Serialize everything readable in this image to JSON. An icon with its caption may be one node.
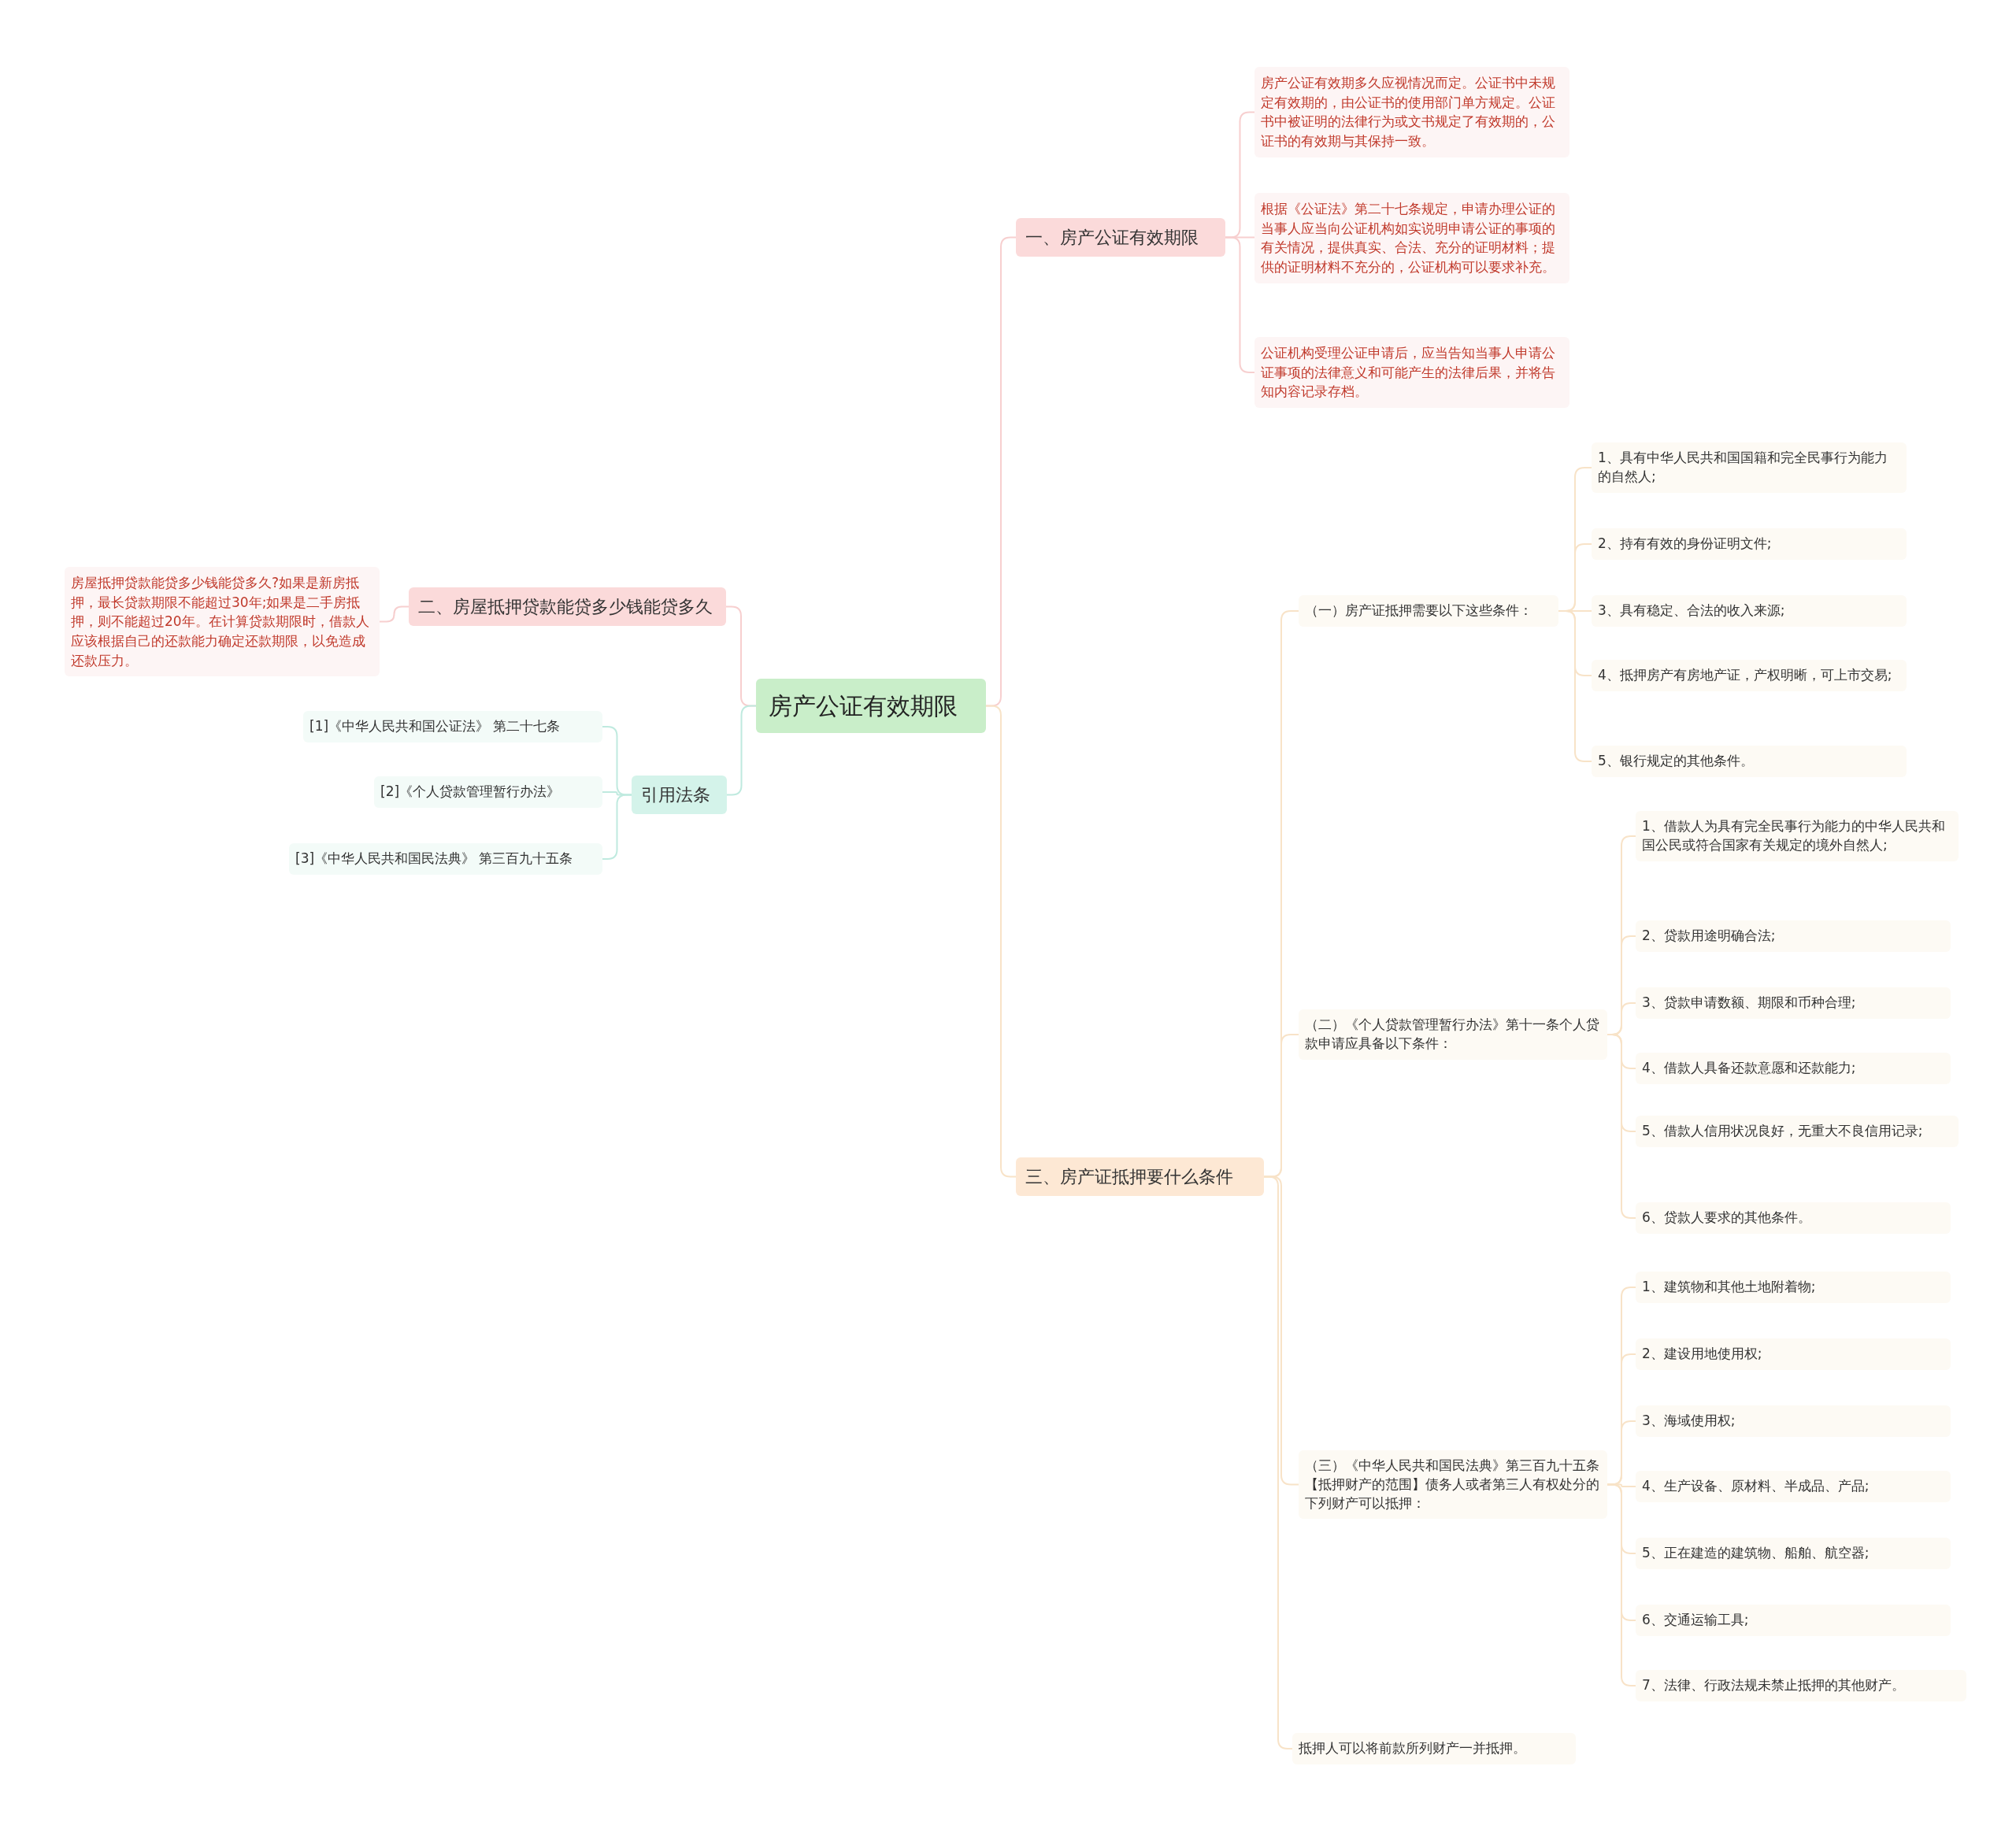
{
  "diagram": {
    "nodes": [
      {
        "text": [
          "房产公证有效期限"
        ]
      },
      {
        "text": [
          "一、房产公证有效期限"
        ]
      },
      {
        "text": [
          "房产公证有效期多久应视情况而定。公证书中未规定有效期的，由公证书的使用部门单方规定。公证书中被证明的法律行为或文书规定了有效期的，公证书的有效期与其保持一致。"
        ]
      },
      {
        "text": [
          "根据《公证法》第二十七条规定，申请办理公证的当事人应当向公证机构如实说明申请公证的事项的有关情况，提供真实、合法、充分的证明材料；提供的证明材料不充分的，公证机构可以要求补充。"
        ]
      },
      {
        "text": [
          "公证机构受理公证申请后，应当告知当事人申请公证事项的法律意义和可能产生的法律后果，并将告知内容记录存档。"
        ]
      },
      {
        "text": [
          "二、房屋抵押贷款能贷多少钱能贷多久"
        ]
      },
      {
        "text": [
          "房屋抵押贷款能贷多少钱能贷多久?如果是新房抵押，最长贷款期限不能超过30年;如果是二手房抵押，则不能超过20年。在计算贷款期限时，借款人应该根据自己的还款能力确定还款期限，以免造成还款压力。"
        ]
      },
      {
        "text": [
          "引用法条"
        ]
      },
      {
        "text": [
          "[1]《中华人民共和国公证法》 第二十七条"
        ]
      },
      {
        "text": [
          "[2]《个人贷款管理暂行办法》"
        ]
      },
      {
        "text": [
          "[3]《中华人民共和国民法典》 第三百九十五条"
        ]
      },
      {
        "text": [
          "三、房产证抵押要什么条件"
        ]
      },
      {
        "text": [
          "（一）房产证抵押需要以下这些条件："
        ]
      },
      {
        "text": [
          "1、具有中华人民共和国国籍和完全民事行为能力的自然人;"
        ]
      },
      {
        "text": [
          "2、持有有效的身份证明文件;"
        ]
      },
      {
        "text": [
          "3、具有稳定、合法的收入来源;"
        ]
      },
      {
        "text": [
          "4、抵押房产有房地产证，产权明晰，可上市交易;"
        ]
      },
      {
        "text": [
          "5、银行规定的其他条件。"
        ]
      },
      {
        "text": [
          "（二）《个人贷款管理暂行办法》第十一条个人贷款申请应具备以下条件："
        ]
      },
      {
        "text": [
          "1、借款人为具有完全民事行为能力的中华人民共和国公民或符合国家有关规定的境外自然人;"
        ]
      },
      {
        "text": [
          "2、贷款用途明确合法;"
        ]
      },
      {
        "text": [
          "3、贷款申请数额、期限和币种合理;"
        ]
      },
      {
        "text": [
          "4、借款人具备还款意愿和还款能力;"
        ]
      },
      {
        "text": [
          "5、借款人信用状况良好，无重大不良信用记录;"
        ]
      },
      {
        "text": [
          "6、贷款人要求的其他条件。"
        ]
      },
      {
        "text": [
          "（三）《中华人民共和国民法典》第三百九十五条【抵押财产的范围】债务人或者第三人有权处分的下列财产可以抵押："
        ]
      },
      {
        "text": [
          "1、建筑物和其他土地附着物;"
        ]
      },
      {
        "text": [
          "2、建设用地使用权;"
        ]
      },
      {
        "text": [
          "3、海域使用权;"
        ]
      },
      {
        "text": [
          "4、生产设备、原材料、半成品、产品;"
        ]
      },
      {
        "text": [
          "5、正在建造的建筑物、船舶、航空器;"
        ]
      },
      {
        "text": [
          "6、交通运输工具;"
        ]
      },
      {
        "text": [
          "7、法律、行政法规未禁止抵押的其他财产。"
        ]
      },
      {
        "text": [
          "抵押人可以将前款所列财产一并抵押。"
        ]
      }
    ],
    "edges": [
      {
        "from": 0,
        "to": 1,
        "arrow": "none",
        "color": "#f7cfcf"
      },
      {
        "from": 1,
        "to": 2,
        "arrow": "none",
        "color": "#f7cfcf"
      },
      {
        "from": 1,
        "to": 3,
        "arrow": "none",
        "color": "#f7cfcf"
      },
      {
        "from": 1,
        "to": 4,
        "arrow": "none",
        "color": "#f7cfcf"
      },
      {
        "from": 0,
        "to": 5,
        "arrow": "none",
        "color": "#f7cfcf"
      },
      {
        "from": 5,
        "to": 6,
        "arrow": "none",
        "color": "#f7cfcf"
      },
      {
        "from": 0,
        "to": 7,
        "arrow": "none",
        "color": "#bfeadf"
      },
      {
        "from": 7,
        "to": 8,
        "arrow": "none",
        "color": "#bfeadf"
      },
      {
        "from": 7,
        "to": 9,
        "arrow": "none",
        "color": "#bfeadf"
      },
      {
        "from": 7,
        "to": 10,
        "arrow": "none",
        "color": "#bfeadf"
      },
      {
        "from": 0,
        "to": 11,
        "arrow": "none"
      },
      {
        "from": 11,
        "to": 12,
        "arrow": "none"
      },
      {
        "from": 12,
        "to": 13,
        "arrow": "none"
      },
      {
        "from": 12,
        "to": 14,
        "arrow": "none"
      },
      {
        "from": 12,
        "to": 15,
        "arrow": "none"
      },
      {
        "from": 12,
        "to": 16,
        "arrow": "none"
      },
      {
        "from": 12,
        "to": 17,
        "arrow": "none"
      },
      {
        "from": 11,
        "to": 18,
        "arrow": "none"
      },
      {
        "from": 18,
        "to": 19,
        "arrow": "none"
      },
      {
        "from": 18,
        "to": 20,
        "arrow": "none"
      },
      {
        "from": 18,
        "to": 21,
        "arrow": "none"
      },
      {
        "from": 18,
        "to": 22,
        "arrow": "none"
      },
      {
        "from": 18,
        "to": 23,
        "arrow": "none"
      },
      {
        "from": 18,
        "to": 24,
        "arrow": "none"
      },
      {
        "from": 11,
        "to": 25,
        "arrow": "none"
      },
      {
        "from": 25,
        "to": 26,
        "arrow": "none"
      },
      {
        "from": 25,
        "to": 27,
        "arrow": "none"
      },
      {
        "from": 25,
        "to": 28,
        "arrow": "none"
      },
      {
        "from": 25,
        "to": 29,
        "arrow": "none"
      },
      {
        "from": 25,
        "to": 30,
        "arrow": "none"
      },
      {
        "from": 25,
        "to": 31,
        "arrow": "none"
      },
      {
        "from": 25,
        "to": 32,
        "arrow": "none"
      },
      {
        "from": 11,
        "to": 33,
        "arrow": "none"
      }
    ]
  }
}
